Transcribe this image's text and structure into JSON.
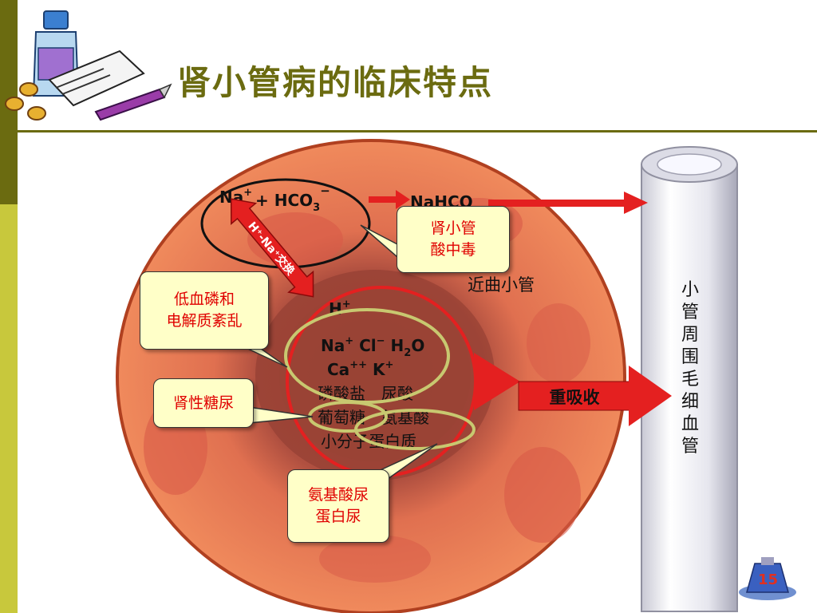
{
  "slide": {
    "title": "肾小管病的临床特点",
    "page_number": "15",
    "accent_color": "#6b6b10",
    "sidebar_colors": [
      "#6b6b10",
      "#c8c83c",
      "#6b6b10",
      "#c8c83c"
    ]
  },
  "diagram": {
    "top_formula": {
      "na": "Na",
      "plus_sign": "+ HCO",
      "sub3": "3",
      "minus": "−"
    },
    "nahco3_label": "NaHCO",
    "exchange_label": "H⁺-Na⁺交换",
    "segment_label": "近曲小管",
    "h_ion": {
      "base": "H",
      "sup": "+"
    },
    "ions_line1": {
      "na": "Na",
      "cl": "Cl",
      "h2o_h": "H",
      "h2o_2": "2",
      "h2o_o": "O"
    },
    "ions_line2": {
      "ca": "Ca",
      "ca_sup": "++",
      "k": "K",
      "k_sup": "+"
    },
    "solutes": [
      "磷酸盐　尿酸",
      "葡萄糖　氨基酸",
      "小分子蛋白质"
    ],
    "reabsorb_label": "重吸收",
    "capillary_label": "小\n管\n周\n围\n毛\n细\n血\n管"
  },
  "callouts": {
    "acidosis": "肾小管\n酸中毒",
    "hypophosphatemia": "低血磷和\n电解质紊乱",
    "glycosuria": "肾性糖尿",
    "aminoaciduria": "氨基酸尿\n蛋白尿"
  },
  "icons": [
    "medicine-bottle-icon",
    "pills-icon",
    "prescription-pad-icon",
    "pen-icon",
    "flask-icon"
  ]
}
